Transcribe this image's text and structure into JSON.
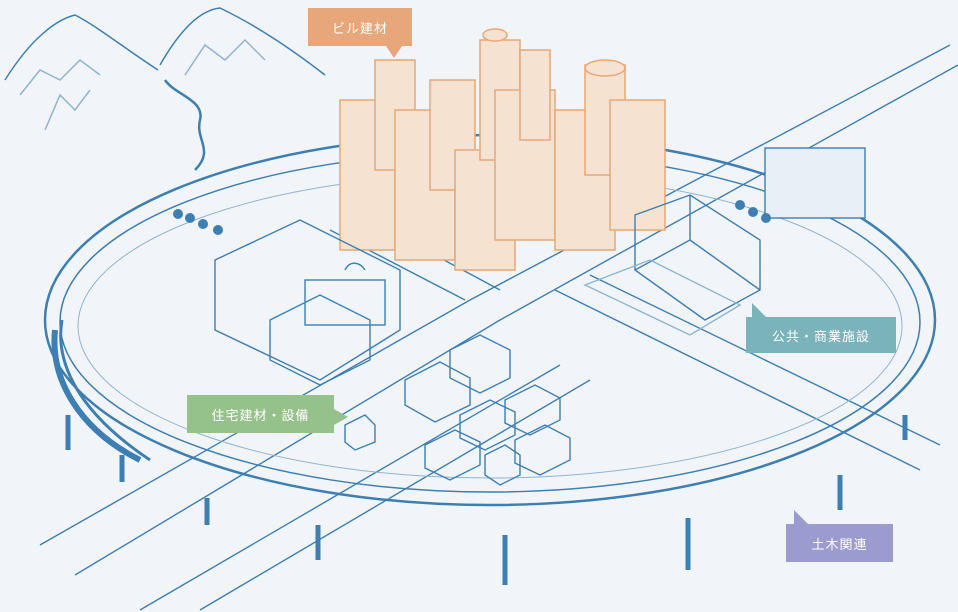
{
  "labels": {
    "building": {
      "text": "ビル建材",
      "color": "#e8a77a"
    },
    "public": {
      "text": "公共・商業施設",
      "color": "#7ab3ba"
    },
    "housing": {
      "text": "住宅建材・設備",
      "color": "#95c28a"
    },
    "civil": {
      "text": "土木関連",
      "color": "#9b9bd0"
    }
  },
  "colors": {
    "background": "#f1f5f9",
    "sketch": "#3d7fb2",
    "sketch_light": "#8fb4d2",
    "buildings": "#e6a877"
  }
}
